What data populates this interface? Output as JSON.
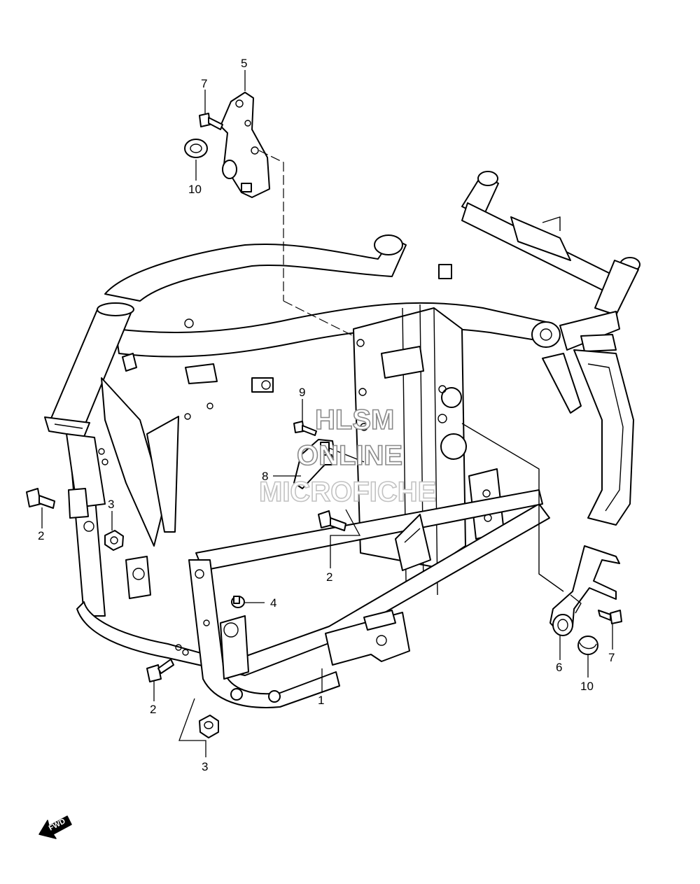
{
  "watermark": {
    "line1": "HLSM",
    "line2": "ONLINE",
    "line3": "MICROFICHE"
  },
  "fwd_arrow": {
    "label": "FWD"
  },
  "callouts": {
    "c1": "1",
    "c2a": "2",
    "c2b": "2",
    "c2c": "2",
    "c3a": "3",
    "c3b": "3",
    "c4": "4",
    "c5": "5",
    "c6": "6",
    "c7a": "7",
    "c7b": "7",
    "c8": "8",
    "c9": "9",
    "c10a": "10",
    "c10b": "10"
  },
  "colors": {
    "line": "#000000",
    "background": "#ffffff",
    "watermark_outline": "#8a8a8a"
  }
}
